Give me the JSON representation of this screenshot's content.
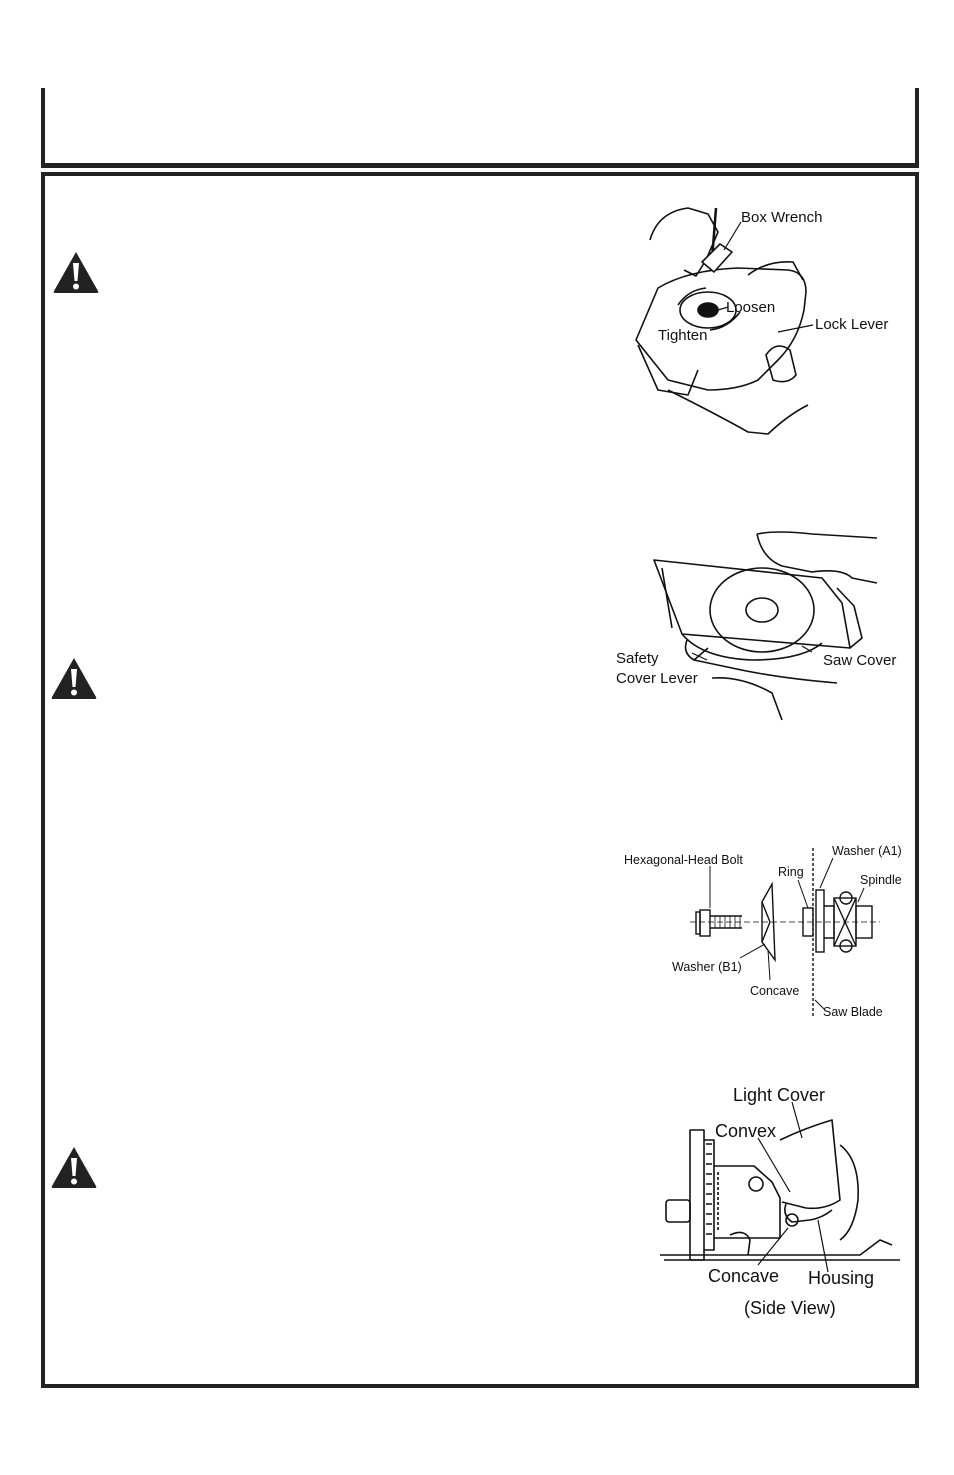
{
  "figure1": {
    "box_wrench": "Box Wrench",
    "loosen": "Loosen",
    "tighten": "Tighten",
    "lock_lever": "Lock Lever"
  },
  "figure2": {
    "safety": "Safety",
    "cover_lever": "Cover Lever",
    "saw_cover": "Saw Cover"
  },
  "figure3": {
    "hex_bolt": "Hexagonal-Head Bolt",
    "washer_a1": "Washer (A1)",
    "ring": "Ring",
    "spindle": "Spindle",
    "washer_b1": "Washer (B1)",
    "concave": "Concave",
    "saw_blade": "Saw Blade"
  },
  "figure4": {
    "light_cover": "Light Cover",
    "convex": "Convex",
    "concave": "Concave",
    "housing": "Housing",
    "side_view": "(Side View)"
  }
}
